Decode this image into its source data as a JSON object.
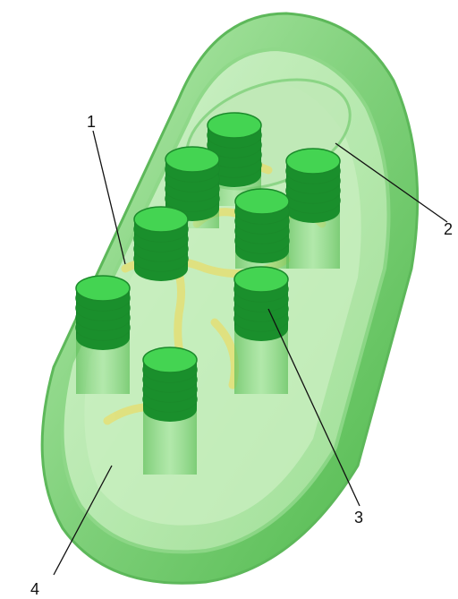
{
  "diagram": {
    "subject": "chloroplast",
    "colors": {
      "outer_membrane": "#7fd07a",
      "inner_membrane": "#9fe09a",
      "stroma": "#c9efc0",
      "granum_dark": "#1f9a2e",
      "granum_light": "#3ccf4c",
      "lamella": "#e2e07a",
      "background": "#ffffff"
    },
    "labels": [
      {
        "id": "1",
        "text": "1"
      },
      {
        "id": "2",
        "text": "2"
      },
      {
        "id": "3",
        "text": "3"
      },
      {
        "id": "4",
        "text": "4"
      }
    ]
  }
}
